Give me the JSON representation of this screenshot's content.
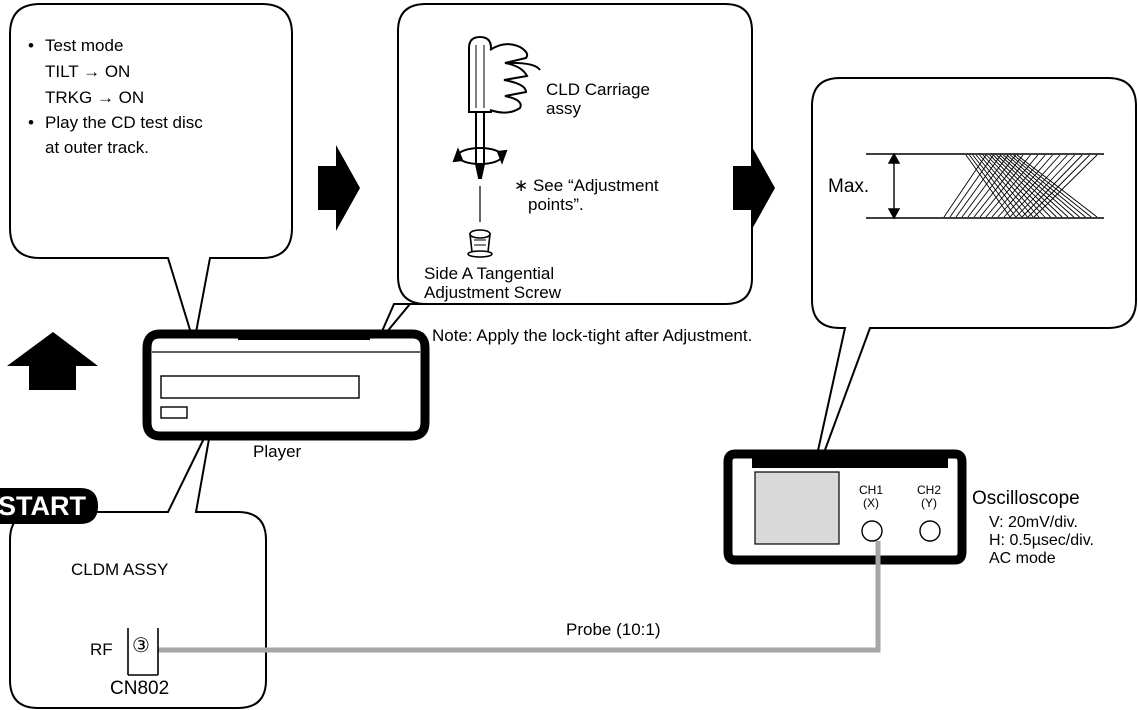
{
  "step1": {
    "bullet": "•",
    "line1": "Test mode",
    "line2": "TILT   → ON",
    "line3": "TRKG → ON",
    "line4": "Play the CD test disc",
    "line5": "at outer track."
  },
  "step2": {
    "carriage_line1": "CLD Carriage",
    "carriage_line2": "assy",
    "see_line1": "∗ See “Adjustment",
    "see_line2": "points”.",
    "screw_line1": "Side A Tangential",
    "screw_line2": "Adjustment Screw"
  },
  "note": "Note: Apply the lock-tight after Adjustment.",
  "waveform": {
    "label": "Max."
  },
  "player": {
    "label": "Player"
  },
  "start": {
    "badge": "START",
    "cldm": "CLDM ASSY",
    "rf": "RF",
    "pin": "③",
    "connector": "CN802"
  },
  "probe": {
    "label": "Probe (10:1)"
  },
  "oscilloscope": {
    "label": "Oscilloscope",
    "ch1": "CH1",
    "ch1_sub": "(X)",
    "ch2": "CH2",
    "ch2_sub": "(Y)",
    "v": "V: 20mV/div.",
    "h": "H: 0.5µsec/div.",
    "mode": "AC mode"
  }
}
